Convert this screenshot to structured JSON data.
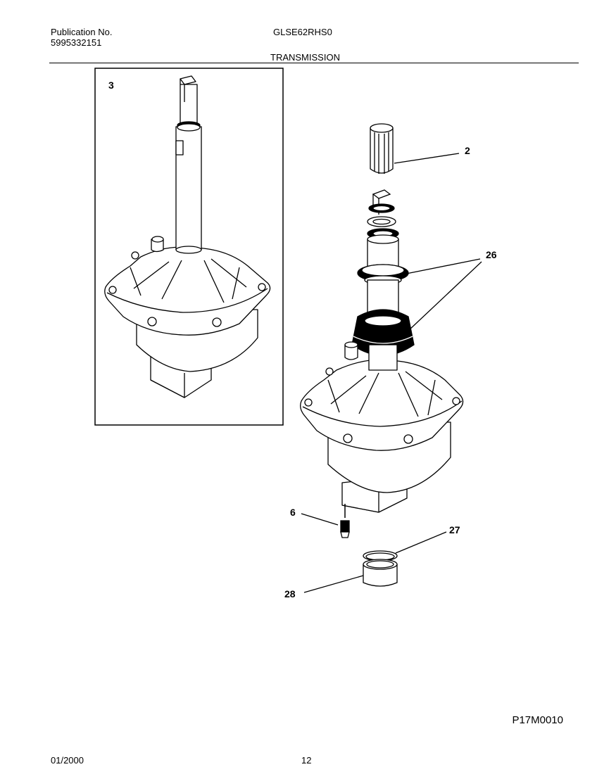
{
  "header": {
    "publication_label": "Publication No.",
    "publication_number": "5995332151",
    "model": "GLSE62RHS0",
    "section_title": "TRANSMISSION"
  },
  "callouts": {
    "part_3": "3",
    "part_2": "2",
    "part_26": "26",
    "part_6": "6",
    "part_27": "27",
    "part_28": "28"
  },
  "figure_code": "P17M0010",
  "footer": {
    "date": "01/2000",
    "page": "12"
  }
}
